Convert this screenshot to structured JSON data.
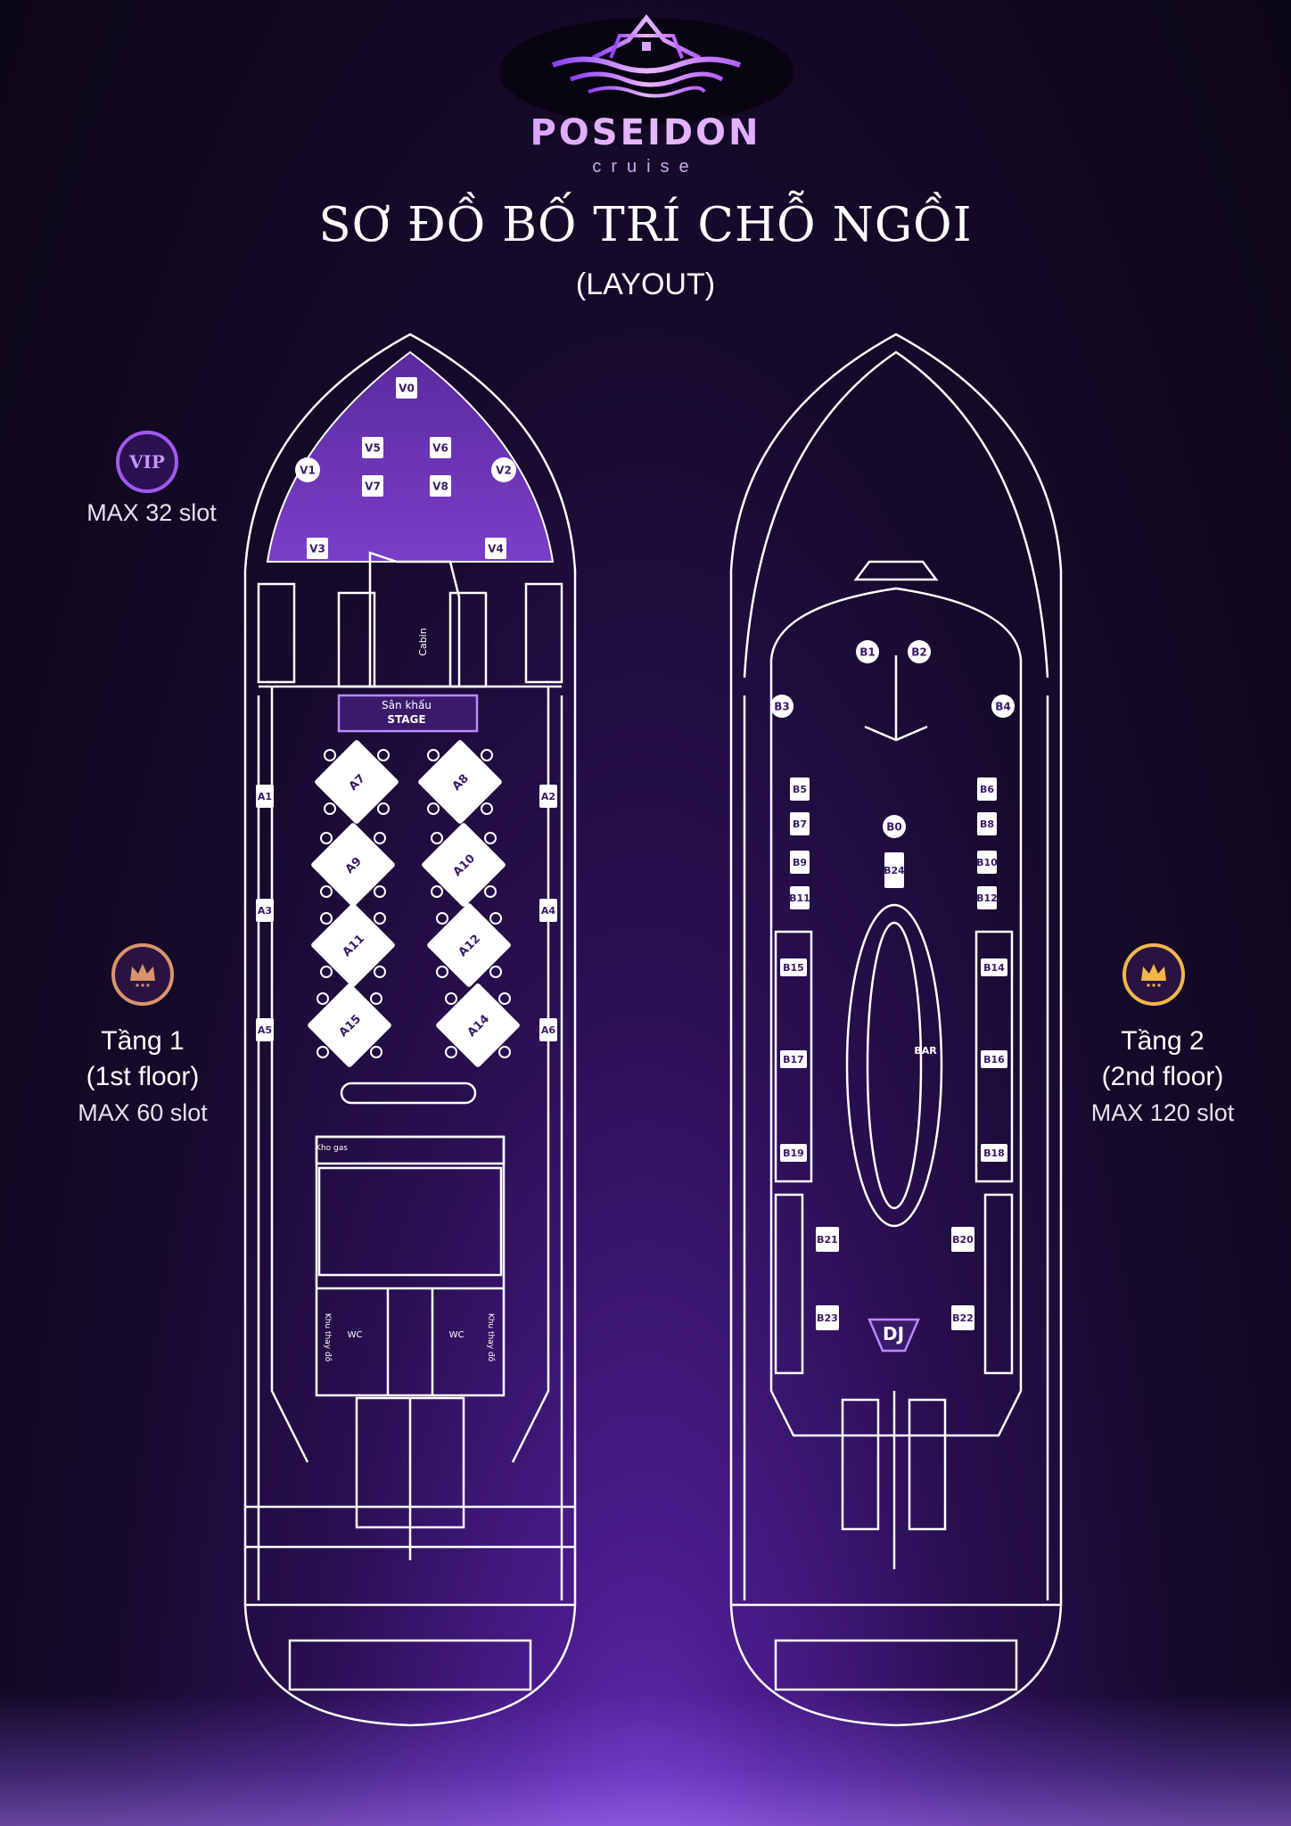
{
  "header": {
    "brand": "POSEIDON",
    "brand_sub": "cruise",
    "title": "SƠ ĐỒ BỐ TRÍ CHỖ NGỒI",
    "subtitle": "(LAYOUT)"
  },
  "legend": {
    "vip": {
      "badge": "VIP",
      "capacity": "MAX 32 slot",
      "color": "#a259f2"
    },
    "floor1": {
      "name": "Tầng 1",
      "name_en": "(1st floor)",
      "capacity": "MAX 60 slot",
      "color": "#d9946a",
      "icon": "crown-icon"
    },
    "floor2": {
      "name": "Tầng 2",
      "name_en": "(2nd floor)",
      "capacity": "MAX 120 slot",
      "color": "#f1b74a",
      "icon": "crown-icon"
    }
  },
  "floor1_plan": {
    "vip_tables": [
      "V0",
      "V1",
      "V2",
      "V3",
      "V4",
      "V5",
      "V6",
      "V7",
      "V8"
    ],
    "side_tables": [
      "A1",
      "A2",
      "A3",
      "A4",
      "A5",
      "A6"
    ],
    "diamond_tables": [
      "A7",
      "A8",
      "A9",
      "A10",
      "A11",
      "A12",
      "A15",
      "A14"
    ],
    "cabin": "Cabin",
    "stage": "Sân khấu",
    "stage_en": "STAGE",
    "storage": "Kho gas",
    "wc": "WC",
    "changing_room": "Khu thay đồ"
  },
  "floor2_plan": {
    "round_tables": [
      "B0",
      "B1",
      "B2",
      "B3",
      "B4"
    ],
    "side_tables": [
      "B5",
      "B6",
      "B7",
      "B8",
      "B9",
      "B10",
      "B11",
      "B12",
      "B24"
    ],
    "sofa_tables": [
      "B15",
      "B14",
      "B17",
      "B16",
      "B19",
      "B18"
    ],
    "bench_tables": [
      "B21",
      "B20",
      "B23",
      "B22"
    ],
    "bar": "BAR",
    "dj": "DJ"
  }
}
